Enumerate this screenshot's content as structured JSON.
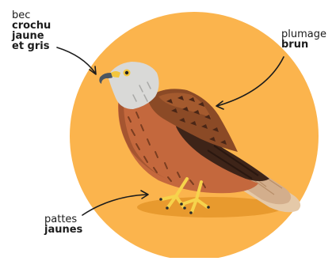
{
  "labels": {
    "beak": {
      "light": "bec",
      "bold": [
        "crochu",
        "jaune",
        "et gris"
      ]
    },
    "plumage": {
      "light": "plumage",
      "bold": "brun"
    },
    "feet": {
      "light": "pattes",
      "bold": "jaunes"
    }
  },
  "colors": {
    "background_circle": "#FBB44D",
    "ground_shadow": "#E89A2E",
    "body_brown": "#C4683D",
    "dark_brown": "#7A3D20",
    "wing_brown": "#8B4A26",
    "head_gray": "#D9D9D7",
    "tail_tan": "#D3AE8C",
    "feet_yellow": "#F6D34C",
    "beak_gray": "#4B5560",
    "beak_yellow": "#F3C63D",
    "arrow": "#1c1c1c"
  },
  "icons": [
    "red-kite-bird-illustration",
    "arrow-icon"
  ]
}
